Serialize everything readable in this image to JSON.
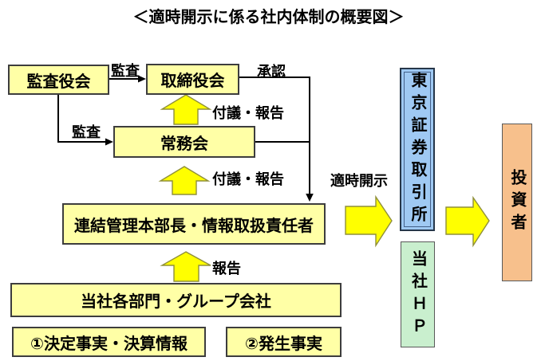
{
  "title": "＜適時開示に係る社内体制の概要図＞",
  "boxes": {
    "audit_board": "監査役会",
    "board_of_directors": "取締役会",
    "executive_committee": "常務会",
    "info_officer": "連結管理本部長・情報取扱責任者",
    "departments": "当社各部門・グループ会社",
    "decided_facts": "①決定事実・決算情報",
    "occurred_facts": "②発生事実",
    "tse": "東京証券取引所",
    "company_hp": "当社ＨＰ",
    "investors": "投資者"
  },
  "labels": {
    "audit_1": "監査",
    "audit_2": "監査",
    "approval": "承認",
    "submission_report_1": "付議・報告",
    "submission_report_2": "付議・報告",
    "timely_disclosure": "適時開示",
    "report": "報告"
  },
  "colors": {
    "box_yellow": "#ffffa6",
    "block_arrow_yellow": "#ffff00",
    "block_arrow_outline": "#8f8f3a",
    "tse_blue": "#9fc9f3",
    "hp_green": "#c9efce",
    "investors_orange": "#f7c08c",
    "connector_black": "#000000"
  }
}
